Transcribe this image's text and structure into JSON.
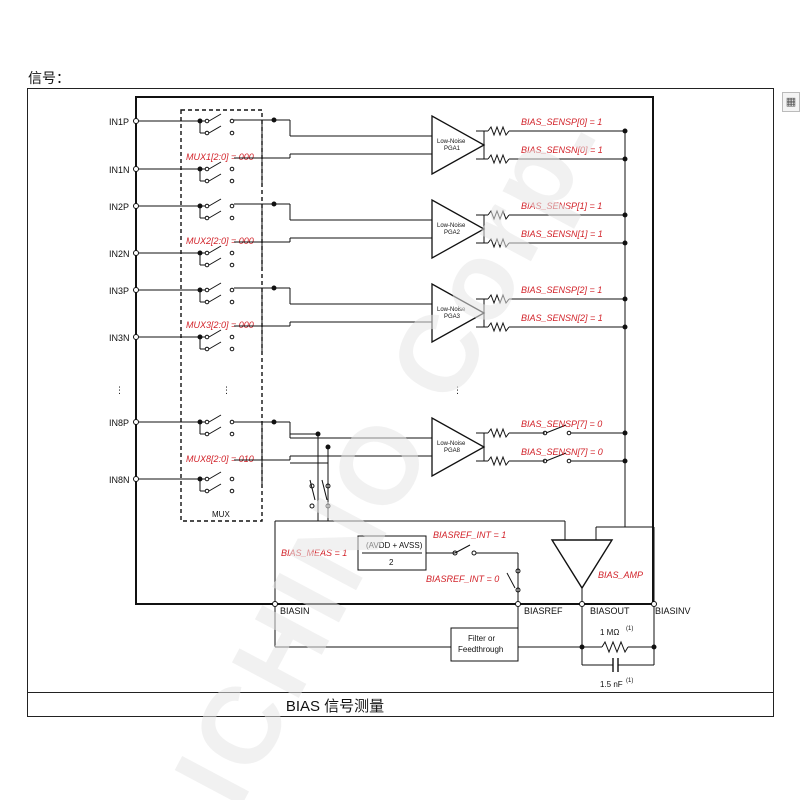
{
  "page_label": "信号：",
  "caption": "BIAS 信号测量",
  "side_icon": "table-icon",
  "watermark": "ICHINO Corp.",
  "colors": {
    "line": "#111111",
    "accent_red": "#d2232a",
    "watermark": "#e6e6e6"
  },
  "inputs": [
    "IN1P",
    "IN1N",
    "IN2P",
    "IN2N",
    "IN3P",
    "IN3N",
    "IN8P",
    "IN8N"
  ],
  "ellipsis": "⋮",
  "mux": {
    "label": "MUX",
    "settings": [
      "MUX1[2:0] = 000",
      "MUX2[2:0] = 000",
      "MUX3[2:0] = 000",
      "MUX8[2:0] = 010"
    ]
  },
  "pga": {
    "top_label": "Low-Noise",
    "names": [
      "PGA1",
      "PGA2",
      "PGA3",
      "PGA8"
    ]
  },
  "bias_sens": [
    [
      "BIAS_SENSP[0] = 1",
      "BIAS_SENSN[0] = 1"
    ],
    [
      "BIAS_SENSP[1] = 1",
      "BIAS_SENSN[1] = 1"
    ],
    [
      "BIAS_SENSP[2] = 1",
      "BIAS_SENSN[2] = 1"
    ],
    [
      "BIAS_SENSP[7] = 0",
      "BIAS_SENSN[7] = 0"
    ]
  ],
  "bias_meas": "BIAS_MEAS = 1",
  "divider": {
    "numerator": "(AVDD + AVSS)",
    "denominator": "2"
  },
  "biasref_int_1": "BIASREF_INT = 1",
  "biasref_int_0": "BIASREF_INT = 0",
  "bias_amp": "BIAS_AMP",
  "pins": {
    "biasin": "BIASIN",
    "biasref": "BIASREF",
    "biasout": "BIASOUT",
    "biasinv": "BIASINV"
  },
  "filter": {
    "line1": "Filter or",
    "line2": "Feedthrough"
  },
  "resistor": {
    "value": "1 MΩ",
    "note": "(1)"
  },
  "capacitor": {
    "value": "1.5 nF",
    "note": "(1)"
  }
}
